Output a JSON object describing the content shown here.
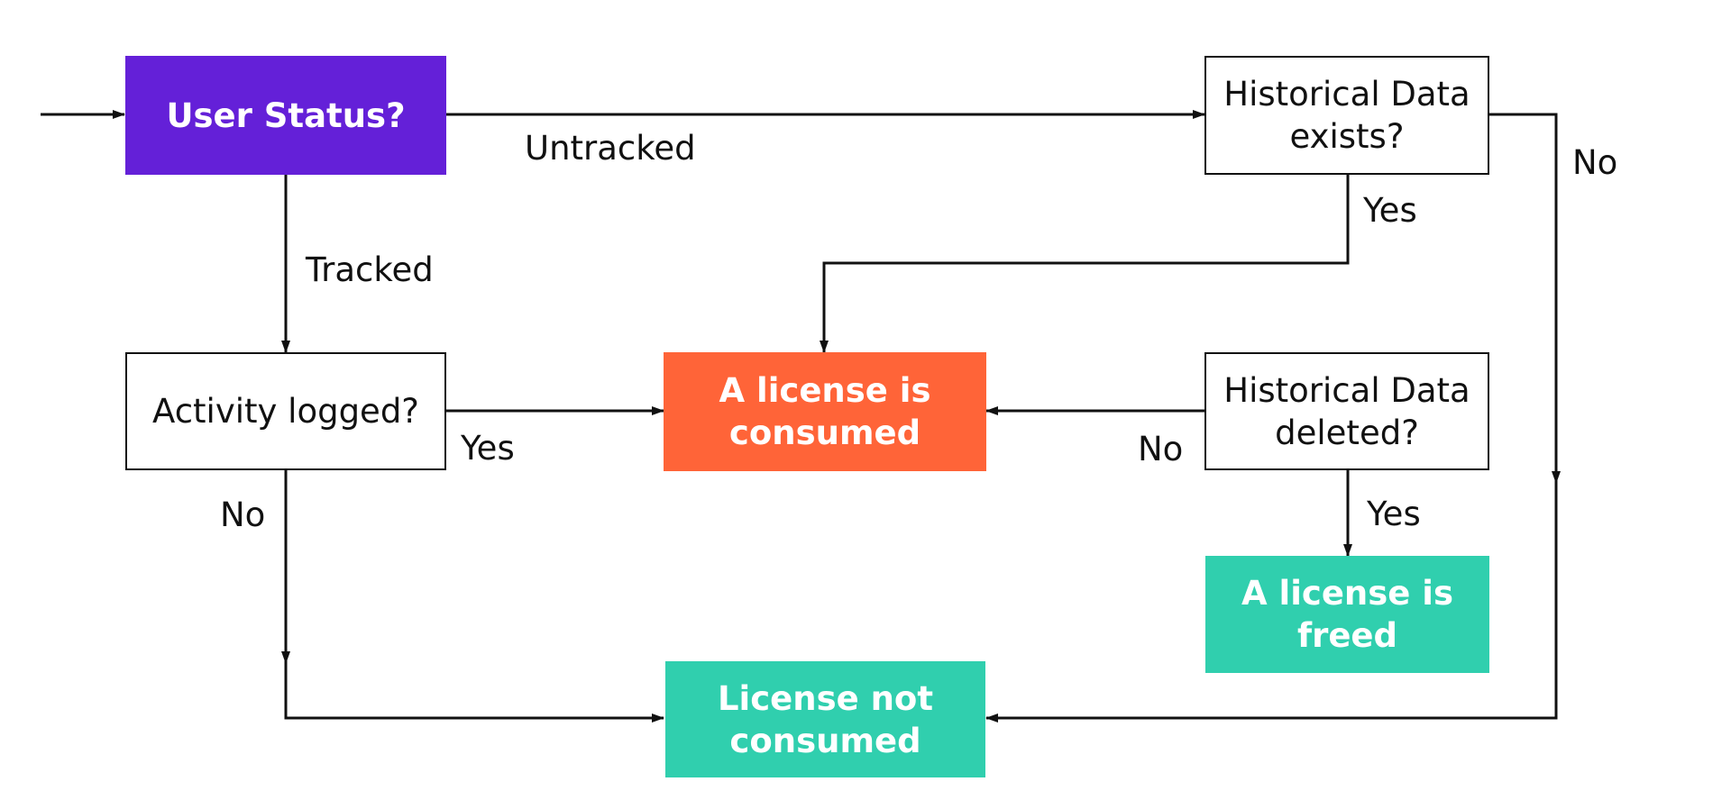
{
  "colors": {
    "start": "#6420d8",
    "consumed": "#ff6438",
    "not_consumed": "#30cfae",
    "freed": "#30cfae",
    "line": "#111111"
  },
  "nodes": {
    "user_status": "User Status?",
    "historical_exists": [
      "Historical Data",
      "exists?"
    ],
    "activity_logged": "Activity logged?",
    "license_consumed": [
      "A license is",
      "consumed"
    ],
    "historical_deleted": [
      "Historical Data",
      "deleted?"
    ],
    "license_freed": [
      "A license is",
      "freed"
    ],
    "license_not_consumed": [
      "License not",
      "consumed"
    ]
  },
  "edge_labels": {
    "untracked": "Untracked",
    "tracked": "Tracked",
    "exists_yes": "Yes",
    "exists_no": "No",
    "logged_yes": "Yes",
    "logged_no": "No",
    "deleted_no": "No",
    "deleted_yes": "Yes"
  }
}
